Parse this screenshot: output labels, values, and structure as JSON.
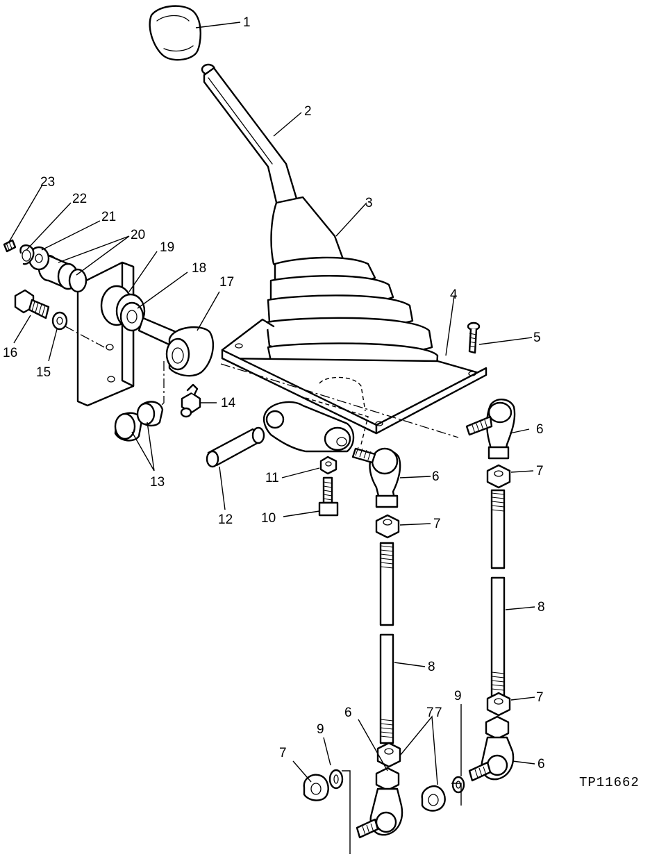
{
  "figure": {
    "reference": "TP11662",
    "callouts": [
      "1",
      "2",
      "3",
      "4",
      "5",
      "6",
      "6",
      "6",
      "6",
      "7",
      "7",
      "7",
      "7",
      "7",
      "7",
      "8",
      "8",
      "9",
      "9",
      "10",
      "11",
      "12",
      "13",
      "14",
      "15",
      "16",
      "17",
      "18",
      "19",
      "20",
      "21",
      "22",
      "23"
    ]
  }
}
